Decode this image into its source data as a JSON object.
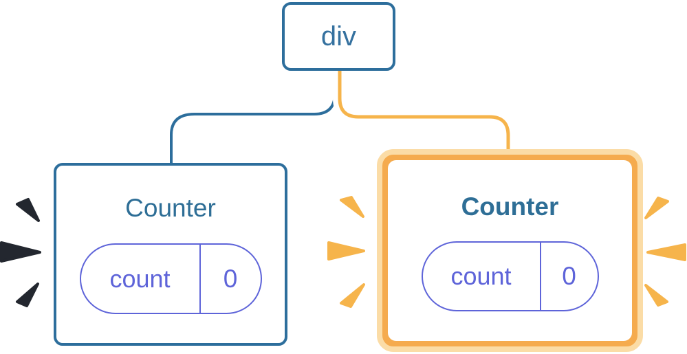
{
  "diagram": {
    "root_node": {
      "label": "div"
    },
    "left_counter": {
      "title": "Counter",
      "state_pill": {
        "key": "count",
        "value": "0"
      }
    },
    "right_counter": {
      "title": "Counter",
      "state_pill": {
        "key": "count",
        "value": "0"
      }
    }
  },
  "palette": {
    "blue_border": "#2D6E9C",
    "blue_text": "#35719F",
    "title_blue": "#2E6E96",
    "purple": "#5E64D9",
    "orange_line": "#F6B44B",
    "orange_border": "#F5AB4E",
    "peach_ring": "#FBDCA6",
    "spark_orange": "#F6B44B",
    "spark_dark": "#23272F",
    "card_bg": "#FFFFFF"
  }
}
